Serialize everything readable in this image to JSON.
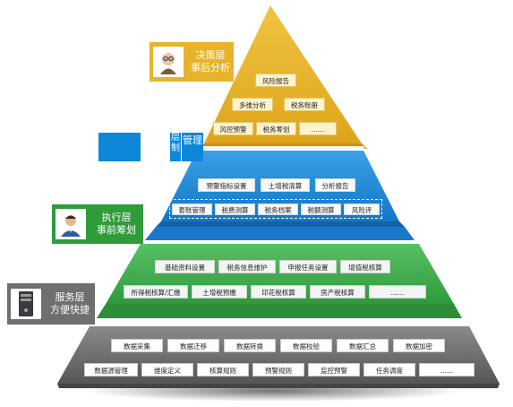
{
  "labels": {
    "decision": {
      "title": "决策层",
      "subtitle": "事后分析"
    },
    "management": {
      "side": "层制",
      "title": "管理"
    },
    "execution": {
      "title": "执行层",
      "subtitle": "事前筹划"
    },
    "service": {
      "title": "服务层",
      "subtitle": "方便快捷"
    }
  },
  "icons": {
    "decision": "old-man-avatar-icon",
    "execution": "businessman-avatar-icon",
    "service": "server-tower-icon"
  },
  "tiers": {
    "decision": {
      "row1": [
        "风险报告"
      ],
      "row2": [
        "多维分析",
        "税务账册"
      ],
      "row3": [
        "风控预警",
        "税务筹划",
        "……"
      ]
    },
    "management": {
      "row1": [
        "预警指标设置",
        "土增税清算",
        "分析报告"
      ],
      "row2": [
        "套账管理",
        "税费测算",
        "税务档案",
        "税额测算",
        "风险评"
      ]
    },
    "execution": {
      "row1": [
        "基础资料设置",
        "税务信息维护",
        "申报任务设置",
        "增值税核算"
      ],
      "row2": [
        "所得税核算/汇缴",
        "土增税预缴",
        "印花税核算",
        "房产税核算",
        "……"
      ]
    },
    "service": {
      "row1": [
        "数据采集",
        "数据迁移",
        "数据转换",
        "数据校验",
        "数据汇总",
        "数据加密"
      ],
      "row2": [
        "数据源管理",
        "维度定义",
        "核算规则",
        "预警规则",
        "监控预警",
        "任务调度",
        "……"
      ]
    }
  },
  "colors": {
    "yellow": "#e8b321",
    "blue": "#1f8ad6",
    "green": "#3aa948",
    "gray": "#6e6e6e",
    "accent_blue": "#0d87d8"
  }
}
